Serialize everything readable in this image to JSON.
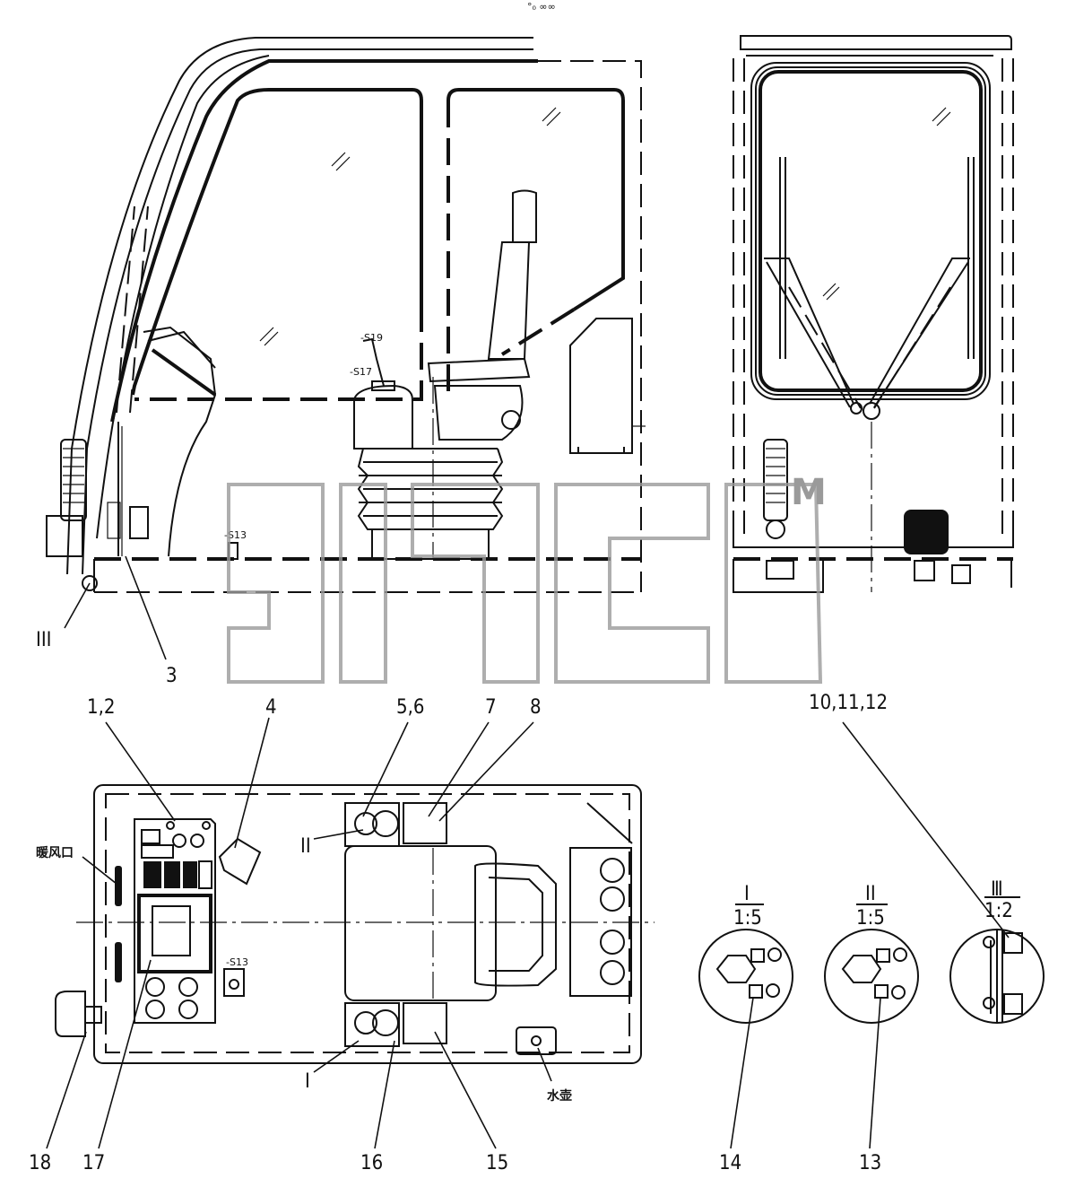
{
  "top_mark": "°₀ ∞∞",
  "watermark": {
    "trademark": "M"
  },
  "side_view": {
    "component_labels": {
      "s19": "-S19",
      "s17": "-S17",
      "s13": "-S13"
    },
    "callouts": {
      "iii": "III",
      "three": "3"
    }
  },
  "plan_view": {
    "callouts_top": {
      "c12": "1,2",
      "c4": "4",
      "c56": "5,6",
      "c7": "7",
      "c8": "8",
      "c101112": "10,11,12"
    },
    "callouts_bottom": {
      "c18": "18",
      "c17": "17",
      "c16": "16",
      "c15": "15",
      "c14": "14",
      "c13": "13"
    },
    "roman": {
      "i": "I",
      "ii": "II"
    },
    "chinese": {
      "vent": "暖风口",
      "kettle": "水壶"
    },
    "s13": "-S13"
  },
  "details": [
    {
      "roman": "I",
      "scale": "1:5"
    },
    {
      "roman": "II",
      "scale": "1:5"
    },
    {
      "roman": "Ⅲ",
      "scale": "1:2"
    }
  ]
}
